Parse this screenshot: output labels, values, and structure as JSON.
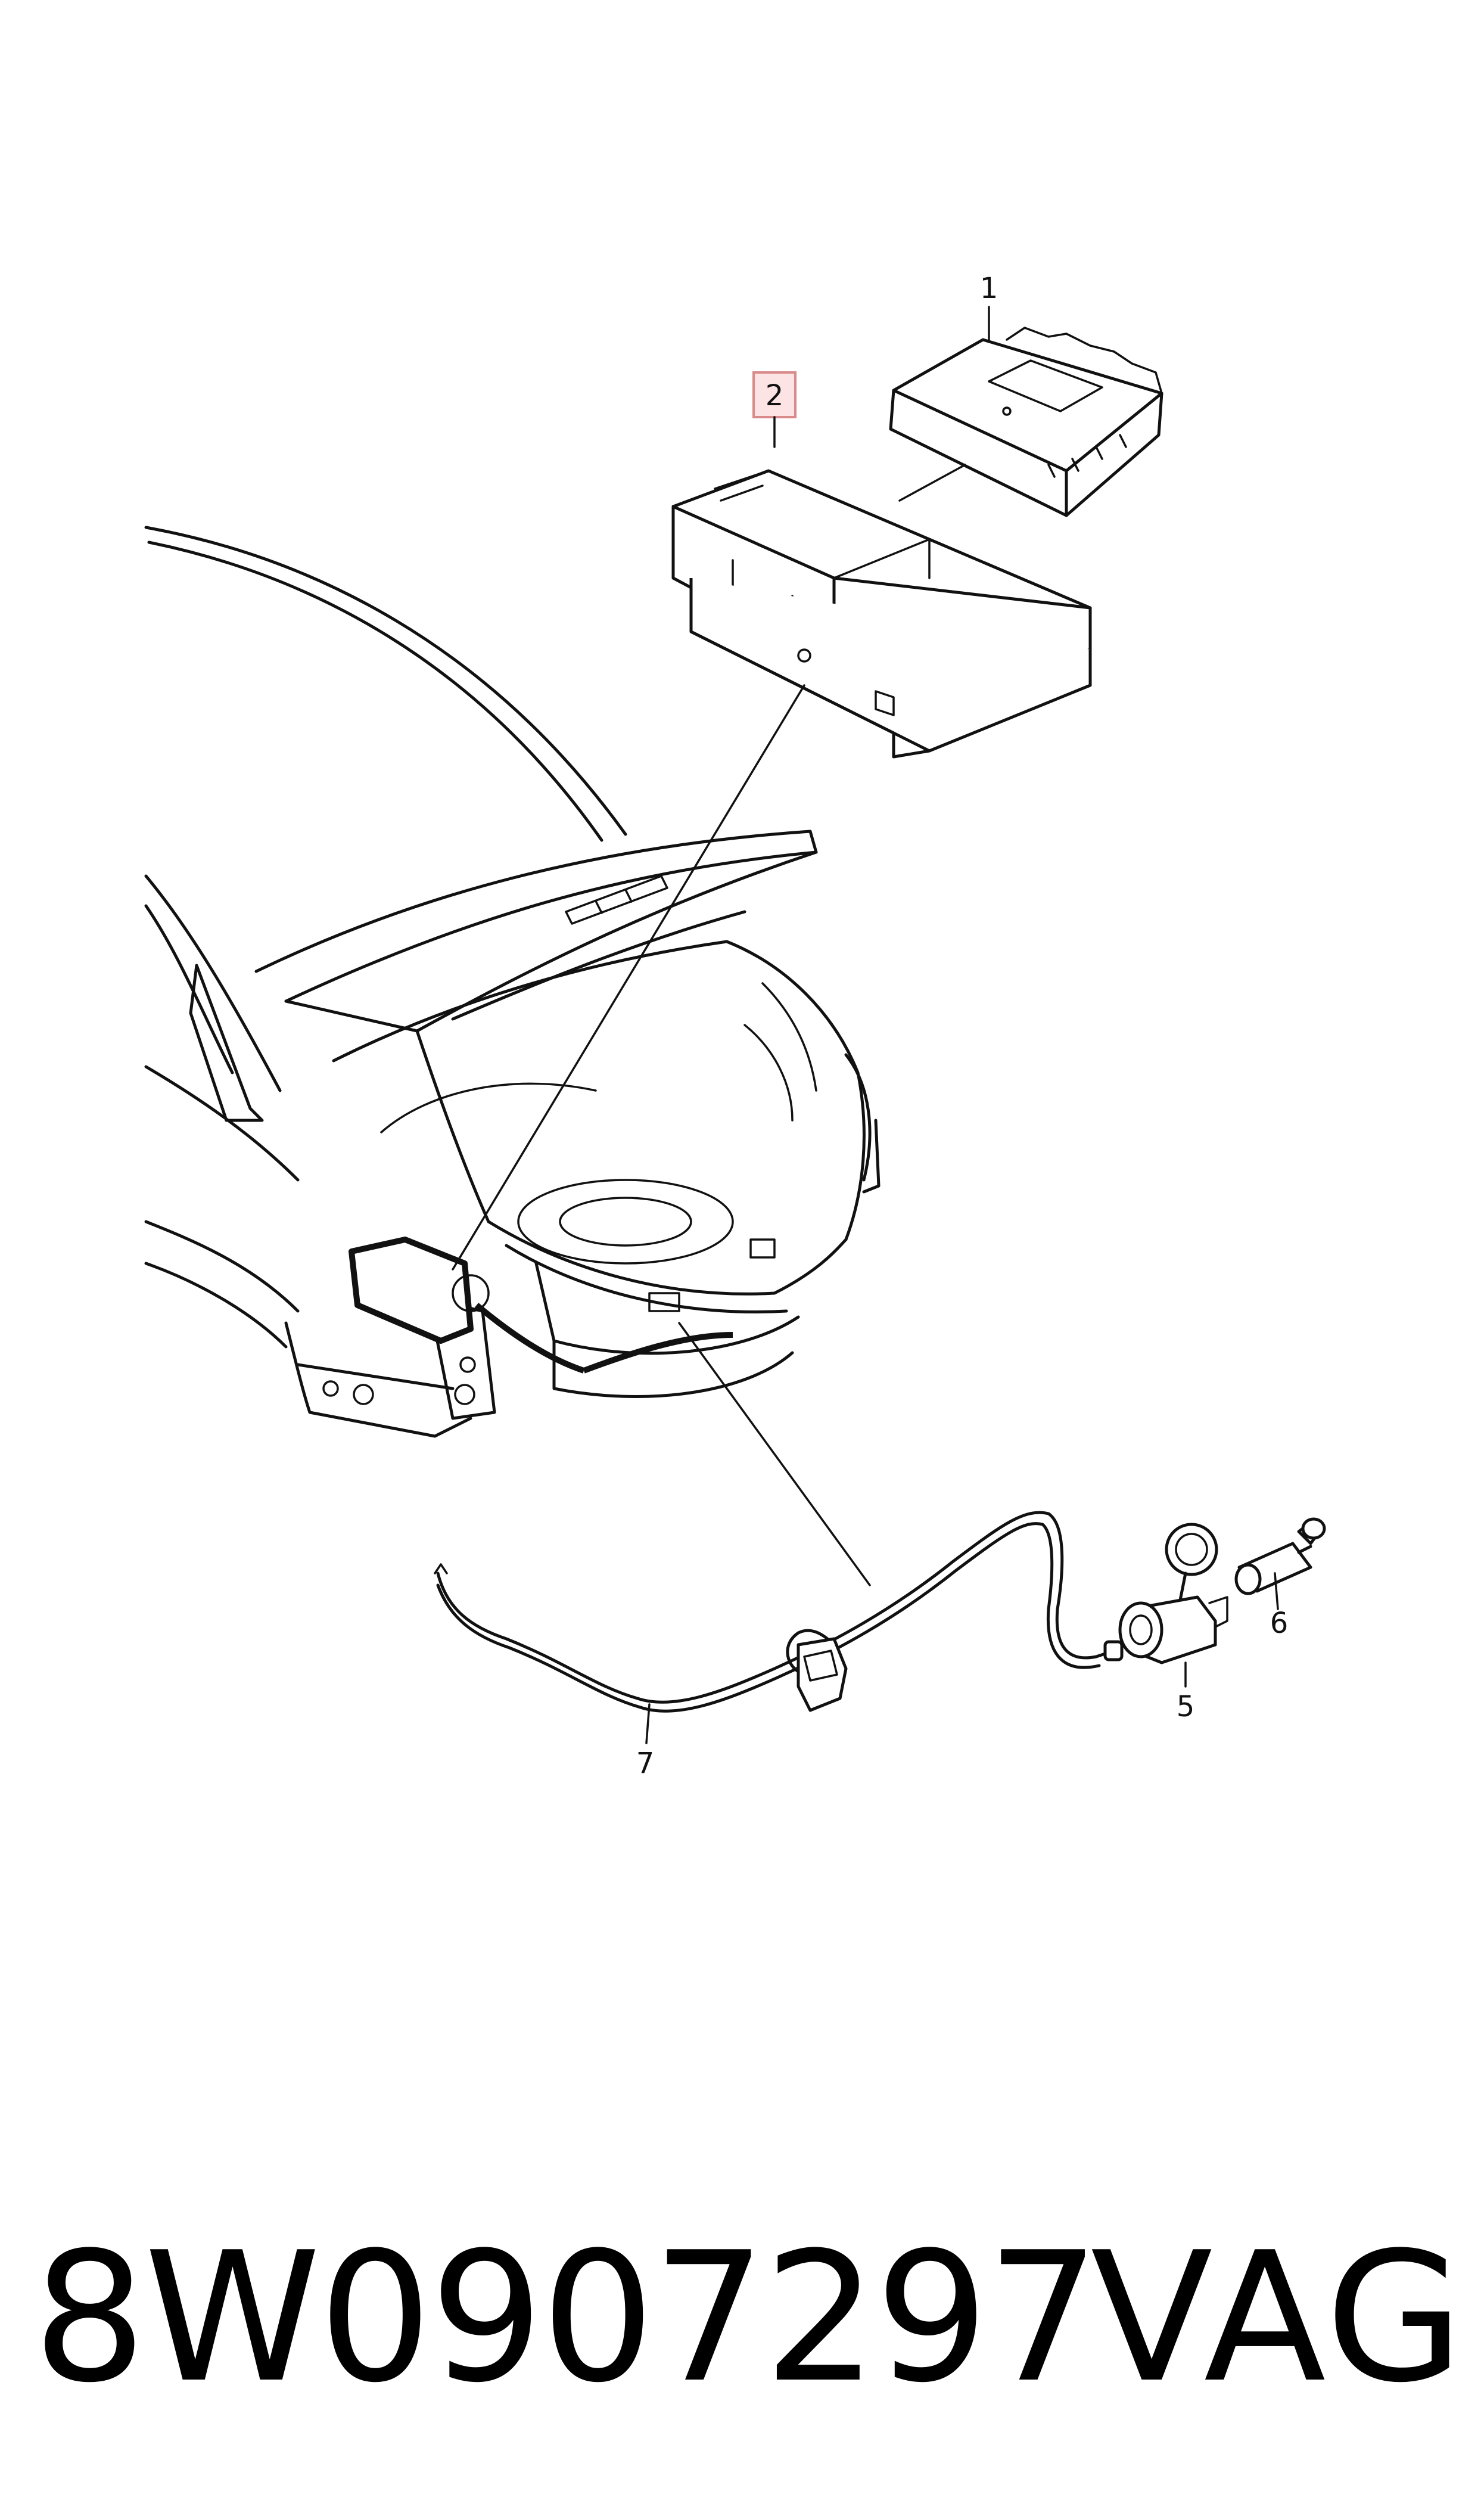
{
  "callouts": {
    "c1": "1",
    "c2": "2",
    "c5": "5",
    "c6": "6",
    "c7": "7"
  },
  "highlight": {
    "label": "2",
    "fill": "#fde4e4",
    "stroke": "#d98a8a"
  },
  "footer": {
    "part_number": "8W0907297",
    "brand": "VAG"
  }
}
